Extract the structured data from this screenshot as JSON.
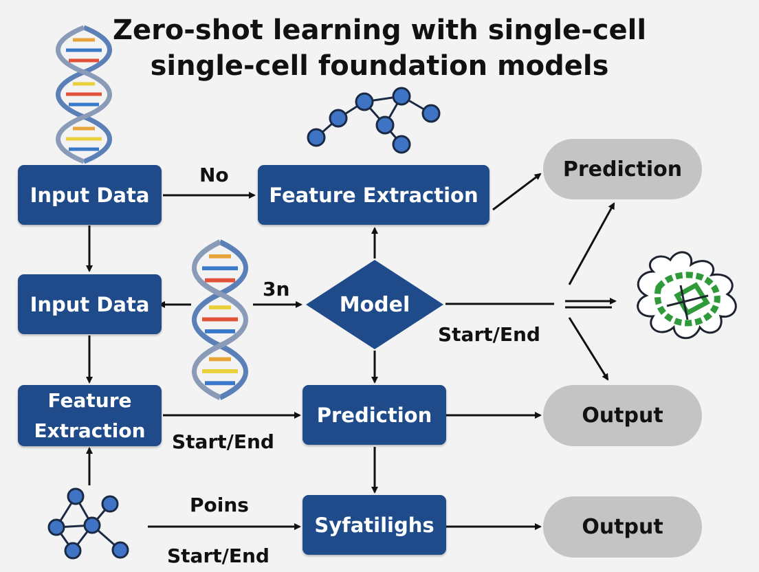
{
  "title": {
    "line1": "Zero-shot learning with single-cell",
    "line2": "single-cell foundation models"
  },
  "nodes": {
    "input_data_top": "Input Data",
    "input_data_mid": "Input Data",
    "feature_extraction_left": "Feature Extraction",
    "feature_extraction_top": "Feature Extraction",
    "model": "Model",
    "prediction_center": "Prediction",
    "syfatilighs": "Syfatilighs",
    "prediction_right": "Prediction",
    "output_mid": "Output",
    "output_bottom": "Output"
  },
  "edge_labels": {
    "no": "No",
    "three_n": "3n",
    "start_end_model": "Start/End",
    "start_end_feature": "Start/End",
    "poins": "Poins",
    "start_end_bottom": "Start/End"
  },
  "colors": {
    "box": "#1f4b8a",
    "pill": "#c4c4c4",
    "network_node": "#3f73c4",
    "protein_green": "#2f9a3a"
  },
  "icons": [
    "dna-helix-icon",
    "network-graph-icon",
    "protein-structure-icon"
  ]
}
